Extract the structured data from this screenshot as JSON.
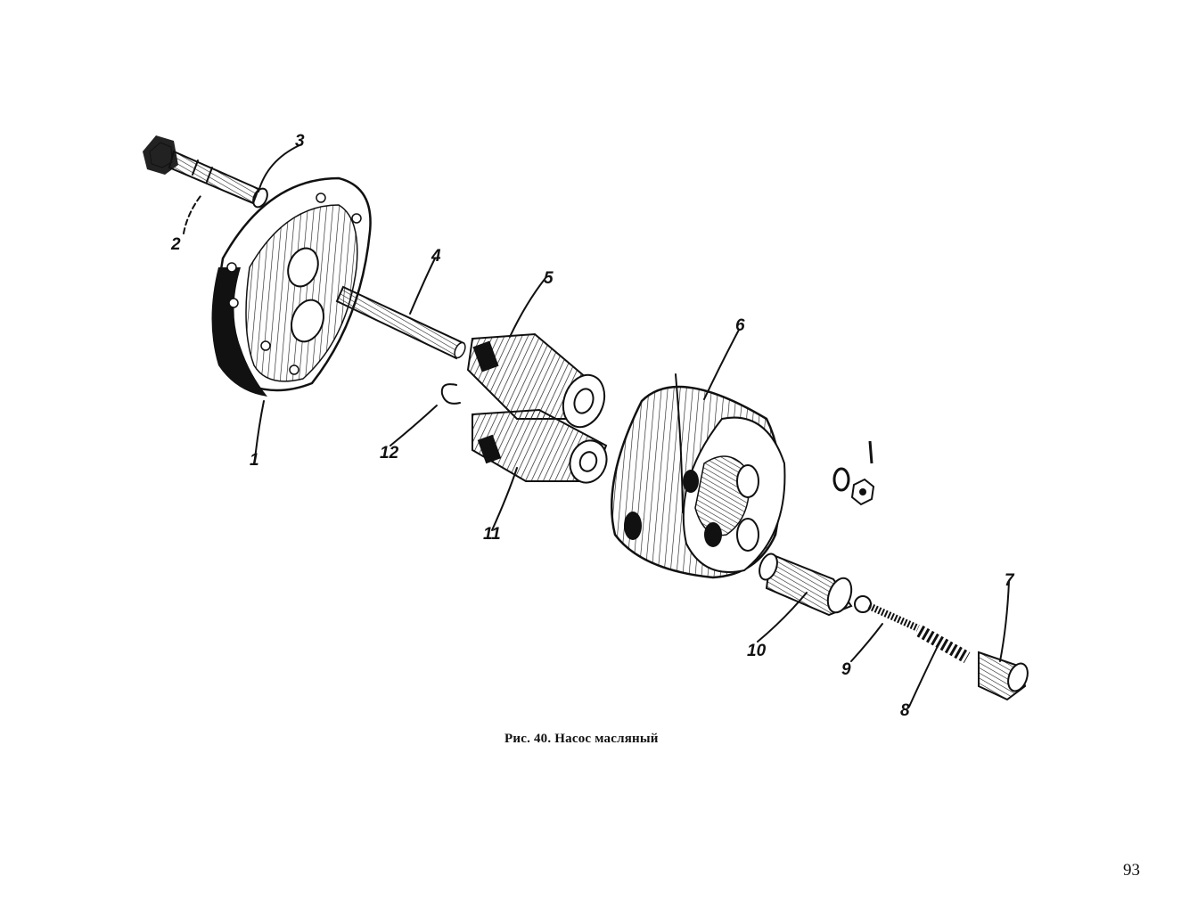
{
  "figure": {
    "caption_label": "Рис. 40.",
    "caption_title": "Насос масляный",
    "callouts": [
      "1",
      "2",
      "3",
      "4",
      "5",
      "6",
      "7",
      "8",
      "9",
      "10",
      "11",
      "12"
    ]
  },
  "page_number": "93",
  "colors": {
    "ink": "#111111",
    "paper": "#ffffff"
  }
}
